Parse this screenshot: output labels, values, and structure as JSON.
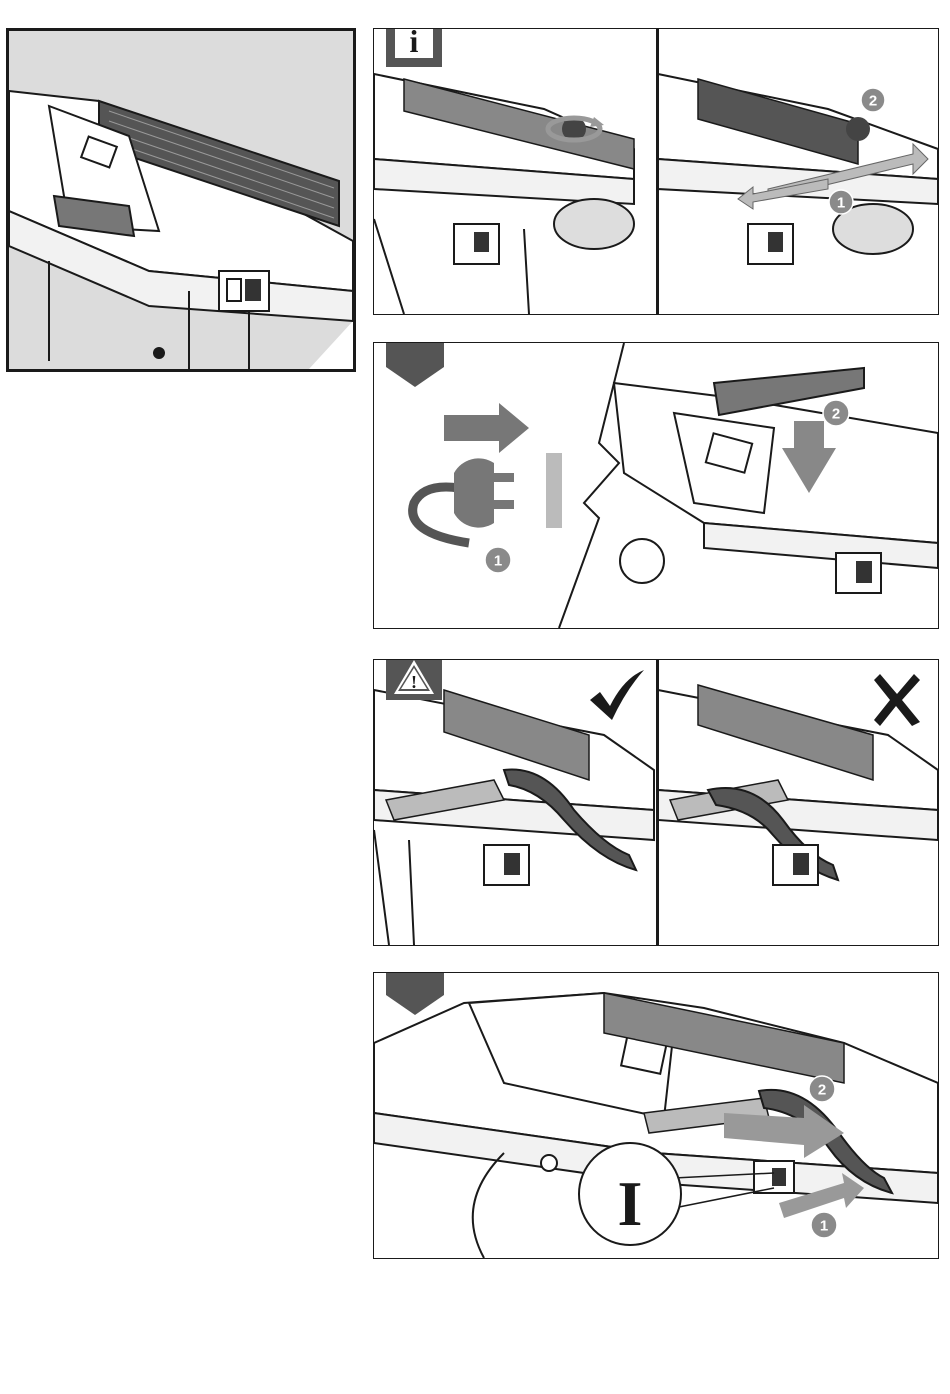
{
  "page": {
    "background": "#ffffff",
    "ink": "#1a1a1a",
    "panel_gray": "#dcdcdc",
    "badge_gray": "#8a8a8a",
    "wood": "#8a8a8a"
  },
  "badges": {
    "info_glyph": "i",
    "warning_glyph": "!",
    "switch_on_glyph": "I",
    "step_1": "1",
    "step_2": "2"
  },
  "icons": {
    "info": "info-icon",
    "warning": "warning-triangle-icon",
    "step": "step-arrow-icon",
    "ok": "check-mark-icon",
    "wrong": "cross-mark-icon",
    "plug": "power-plug-icon"
  }
}
